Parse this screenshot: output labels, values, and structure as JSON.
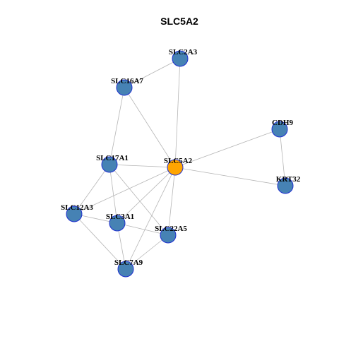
{
  "title": "SLC5A2",
  "colors": {
    "node_default": "#4682b4",
    "node_focus": "#ffa500",
    "node_border": "#1f2fd0",
    "edge": "#b5b5b5"
  },
  "nodes": [
    {
      "id": "SLC2A3",
      "label": "SLC2A3",
      "focus": false
    },
    {
      "id": "SLC16A7",
      "label": "SLC16A7",
      "focus": false
    },
    {
      "id": "CDH9",
      "label": "CDH9",
      "focus": false
    },
    {
      "id": "SLC17A1",
      "label": "SLC17A1",
      "focus": false
    },
    {
      "id": "SLC5A2",
      "label": "SLC5A2",
      "focus": true
    },
    {
      "id": "KRT32",
      "label": "KRT32",
      "focus": false
    },
    {
      "id": "SLC12A3",
      "label": "SLC12A3",
      "focus": false
    },
    {
      "id": "SLC3A1",
      "label": "SLC3A1",
      "focus": false
    },
    {
      "id": "SLC22A5",
      "label": "SLC22A5",
      "focus": false
    },
    {
      "id": "SLC7A9",
      "label": "SLC7A9",
      "focus": false
    }
  ],
  "edges": [
    [
      "SLC2A3",
      "SLC16A7"
    ],
    [
      "SLC2A3",
      "SLC5A2"
    ],
    [
      "SLC16A7",
      "SLC5A2"
    ],
    [
      "SLC16A7",
      "SLC17A1"
    ],
    [
      "CDH9",
      "SLC5A2"
    ],
    [
      "CDH9",
      "KRT32"
    ],
    [
      "SLC5A2",
      "KRT32"
    ],
    [
      "SLC17A1",
      "SLC5A2"
    ],
    [
      "SLC17A1",
      "SLC12A3"
    ],
    [
      "SLC17A1",
      "SLC3A1"
    ],
    [
      "SLC17A1",
      "SLC22A5"
    ],
    [
      "SLC5A2",
      "SLC12A3"
    ],
    [
      "SLC5A2",
      "SLC3A1"
    ],
    [
      "SLC5A2",
      "SLC22A5"
    ],
    [
      "SLC5A2",
      "SLC7A9"
    ],
    [
      "SLC12A3",
      "SLC3A1"
    ],
    [
      "SLC12A3",
      "SLC7A9"
    ],
    [
      "SLC3A1",
      "SLC22A5"
    ],
    [
      "SLC3A1",
      "SLC7A9"
    ],
    [
      "SLC22A5",
      "SLC7A9"
    ]
  ]
}
